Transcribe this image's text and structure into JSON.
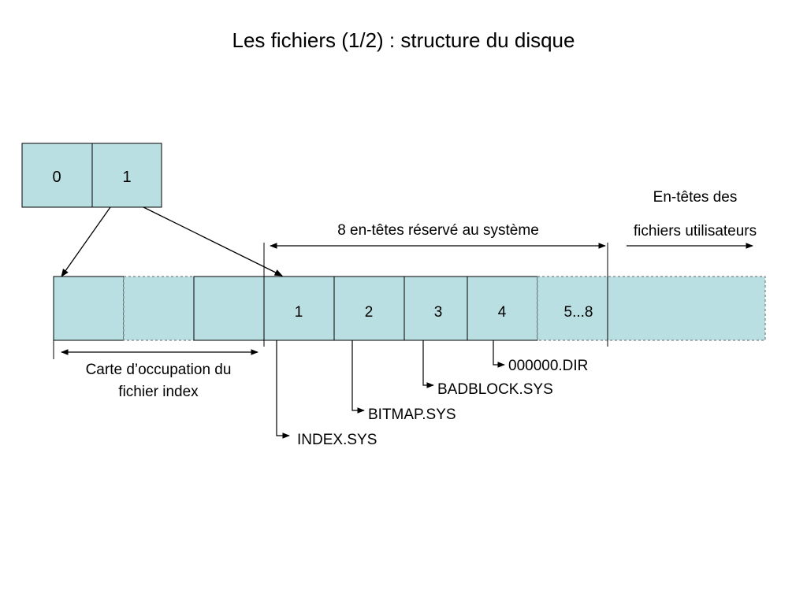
{
  "title": "Les fichiers (1/2) : structure du disque",
  "colors": {
    "block_fill": "#b9dfe2",
    "block_border": "#000000",
    "dashed_border": "#555555",
    "line": "#000000"
  },
  "boot_blocks": [
    "0",
    "1"
  ],
  "disk_blocks": {
    "index_map": [
      "",
      "",
      ""
    ],
    "system_headers": [
      "1",
      "2",
      "3",
      "4",
      "5...8"
    ]
  },
  "labels": {
    "system_span": "8 en-têtes réservé au système",
    "user_headers_line1": "En-têtes des",
    "user_headers_line2": "fichiers utilisateurs",
    "index_map_line1": "Carte d’occupation du",
    "index_map_line2": "fichier index"
  },
  "files": {
    "header1": "INDEX.SYS",
    "header2": "BITMAP.SYS",
    "header3": "BADBLOCK.SYS",
    "header4": "000000.DIR"
  }
}
